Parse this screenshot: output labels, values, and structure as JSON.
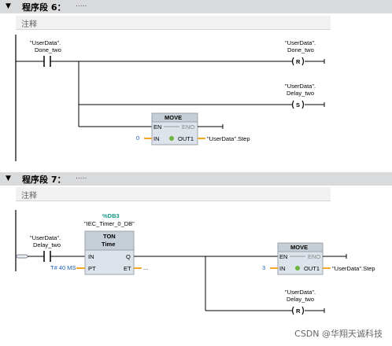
{
  "network6": {
    "title": "程序段 6：",
    "dots": ".....",
    "comment": "注释",
    "contact_var": [
      "\"UserData\".",
      "Done_two"
    ],
    "reset_coil": {
      "var": [
        "\"UserData\".",
        "Done_two"
      ],
      "symbol": "R"
    },
    "set_coil": {
      "var": [
        "\"UserData\".",
        "Delay_two"
      ],
      "symbol": "S"
    },
    "move": {
      "title": "MOVE",
      "en": "EN",
      "eno": "ENO",
      "in": "IN",
      "out1": "OUT1",
      "in_value": "0",
      "out_value": "\"UserData\".Step"
    }
  },
  "network7": {
    "title": "程序段 7：",
    "dots": ".....",
    "comment": "注释",
    "contact_var": [
      "\"UserData\".",
      "Delay_two"
    ],
    "timer": {
      "db_tag": "%DB3",
      "db_name": "\"IEC_Timer_0_DB\"",
      "type": "TON",
      "subtitle": "Time",
      "in": "IN",
      "q": "Q",
      "pt": "PT",
      "et": "ET",
      "pt_value": "T# 40 MS",
      "et_value": "..."
    },
    "move": {
      "title": "MOVE",
      "en": "EN",
      "eno": "ENO",
      "in": "IN",
      "out1": "OUT1",
      "in_value": "3",
      "out_value": "\"UserData\".Step"
    },
    "reset_coil": {
      "var": [
        "\"UserData\".",
        "Delay_two"
      ],
      "symbol": "R"
    }
  },
  "watermark": "CSDN @华翔天诚科技",
  "colors": {
    "accent_orange": "#f5a623",
    "teal": "#1a9a8a",
    "wire": "#000000"
  }
}
